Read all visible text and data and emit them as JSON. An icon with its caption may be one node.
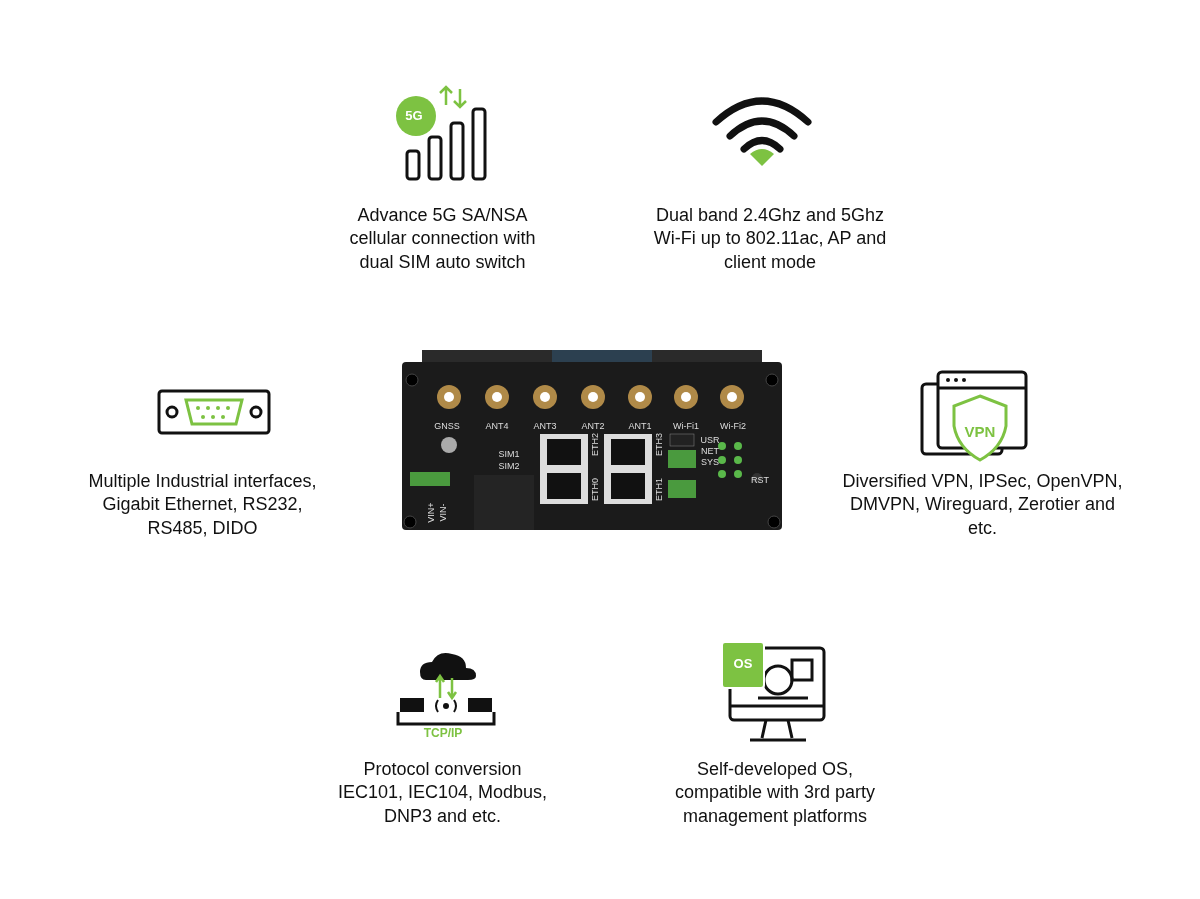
{
  "diagram": {
    "labels": [
      "5G",
      "Advance 5G SA/NSA cellular connection with dual SIM auto switch",
      "Dual band 2.4Ghz and 5Ghz Wi-Fi up to 802.11ac, AP and client mode",
      "VPN",
      "Multiple Industrial interfaces, Gigabit Ethernet, RS232, RS485, DIDO",
      "GNSS",
      "ANT4",
      "ANT3",
      "ANT2",
      "ANT1",
      "Wi-Fi1",
      "Wi-Fi2",
      "SIM1",
      "SIM2",
      "ETH2",
      "ETH3",
      "USR",
      "NET",
      "SYS",
      "ETH0",
      "ETH1",
      "RST",
      "VIN+",
      "VIN-",
      "Diversified VPN, IPSec, OpenVPN, DMVPN, Wireguard, Zerotier and etc.",
      "OS",
      "TCP/IP",
      "Protocol conversion IEC101, IEC104, Modbus, DNP3 and etc.",
      "Self-developed OS, compatible with 3rd party management platforms"
    ]
  }
}
